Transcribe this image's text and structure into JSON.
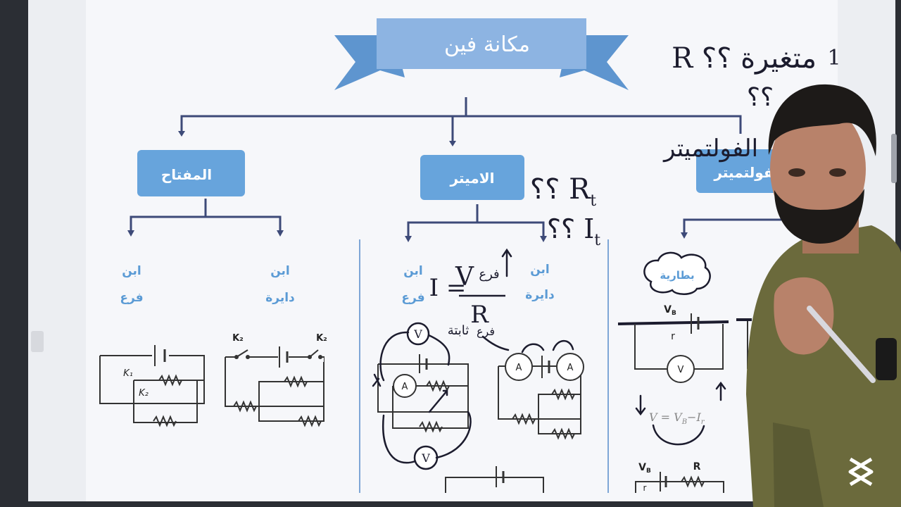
{
  "banner": {
    "title": "مكانة فين"
  },
  "boxes": {
    "switch": "المفتاح",
    "ammeter": "الاميتر",
    "voltmeter": "الفولتميتر"
  },
  "switch_branch": {
    "left": [
      "ابن",
      "فرع"
    ],
    "right": [
      "ابن",
      "دايرة"
    ]
  },
  "ammeter_branch": {
    "left": [
      "ابن",
      "فرع"
    ],
    "right": [
      "ابن",
      "دايرة"
    ]
  },
  "voltmeter_branch": {
    "cloud": "بطارية"
  },
  "circuit_labels": {
    "k1": "K₁",
    "k2": "K₂",
    "k2_left": "K₂",
    "k2_right": "K₂",
    "vb": "V",
    "vb_sub": "B",
    "r_small": "r",
    "voltmeter": "V",
    "ammeter": "A",
    "formula": "V = V",
    "formula_sub": "B",
    "formula_tail": "−I",
    "formula_tail_sub": "r",
    "vb2": "V",
    "vb2_sub": "B",
    "r_big": "R",
    "r_small2": "r"
  },
  "handwriting": {
    "top_right_line1": "R متغيرة ؟؟",
    "top_right_num": "1",
    "top_right_line2": "؟؟",
    "top_right_line3": "الفولتميتر",
    "rt": "؟؟ R",
    "rt_sub": "t",
    "it": "؟؟ I",
    "it_sub": "t",
    "i_formula_i": "I =",
    "i_formula_v": "V",
    "i_formula_vsub": "فرع",
    "i_formula_r": "R",
    "i_formula_rsub": "فرع",
    "thabta": "ثابتة"
  },
  "logo": {
    "name": "capcut-logo-icon"
  }
}
